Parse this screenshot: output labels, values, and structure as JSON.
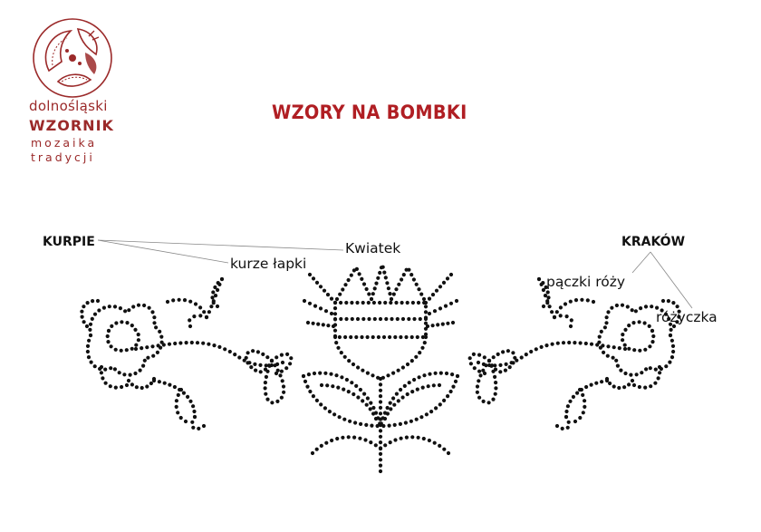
{
  "logo": {
    "line1": "dolnośląski",
    "line2": "WZORNIK",
    "line3": "mozaika",
    "line4": "tradycji",
    "emblem_icon": "folk-ornament-circle-icon",
    "color": "#9b2a2a"
  },
  "title": "WZORY NA BOMBKI",
  "title_color": "#b01e23",
  "regions": {
    "left": "KURPIE",
    "right": "KRAKÓW"
  },
  "motifs": {
    "kwiatek": "Kwiatek",
    "kurze_lapki": "kurze łapki",
    "paczki_rozy": "pączki róży",
    "rozyczka": "różyczka"
  },
  "pattern_color": "#111111"
}
